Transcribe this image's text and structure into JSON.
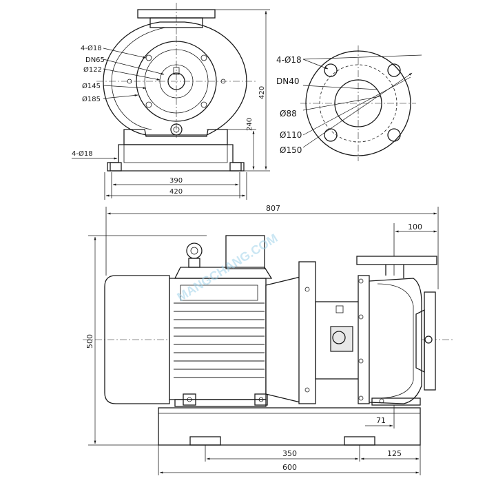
{
  "front_view": {
    "labels": {
      "flange_holes": "4-Ø18",
      "outlet_dn": "DN65",
      "d122": "Ø122",
      "d145": "Ø145",
      "d185": "Ø185",
      "foot_holes": "4-Ø18",
      "width_390": "390",
      "width_420": "420",
      "height_240": "240",
      "height_420": "420"
    }
  },
  "inlet_flange": {
    "labels": {
      "holes": "4-Ø18",
      "dn": "DN40",
      "d88": "Ø88",
      "d110": "Ø110",
      "d150": "Ø150"
    }
  },
  "side_view": {
    "labels": {
      "length_807": "807",
      "offset_100": "100",
      "height_500": "500",
      "offset_71": "71",
      "base_350": "350",
      "base_125": "125",
      "base_600": "600"
    }
  },
  "watermark": {
    "text": "MANGCHANG.COM"
  }
}
